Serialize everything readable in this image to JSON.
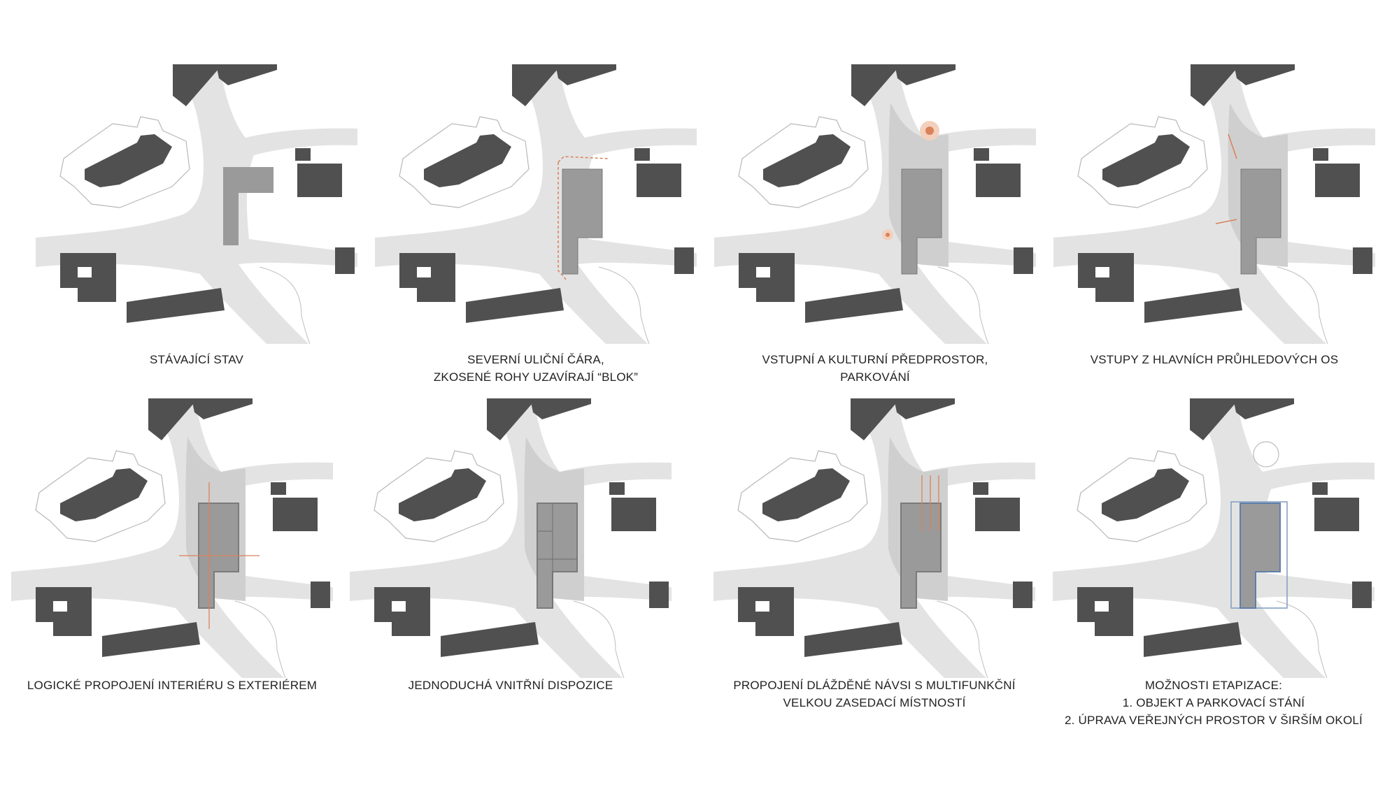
{
  "colors": {
    "road": "#e3e3e3",
    "plaza": "#cfcfcf",
    "building_dark": "#505050",
    "building_proposed": "#9a9a9a",
    "accent": "#d9825a",
    "line": "#bdbdbd",
    "outline": "#b8b8b8"
  },
  "panels": [
    {
      "id": "p1",
      "caption": [
        "STÁVAJÍCÍ STAV"
      ]
    },
    {
      "id": "p2",
      "caption": [
        "SEVERNÍ ULIČNÍ ČÁRA,",
        "ZKOSENÉ ROHY UZAVÍRAJÍ “BLOK”"
      ]
    },
    {
      "id": "p3",
      "caption": [
        "VSTUPNÍ A KULTURNÍ PŘEDPROSTOR,",
        "PARKOVÁNÍ"
      ]
    },
    {
      "id": "p4",
      "caption": [
        "VSTUPY Z HLAVNÍCH PRŮHLEDOVÝCH OS"
      ]
    },
    {
      "id": "p5",
      "caption": [
        "LOGICKÉ PROPOJENÍ INTERIÉRU S EXTERIÉREM"
      ]
    },
    {
      "id": "p6",
      "caption": [
        "JEDNODUCHÁ VNITŘNÍ DISPOZICE"
      ]
    },
    {
      "id": "p7",
      "caption": [
        "PROPOJENÍ DLÁŽDĚNÉ NÁVSI S MULTIFUNKČNÍ",
        "VELKOU ZASEDACÍ MÍSTNOSTÍ"
      ]
    },
    {
      "id": "p8",
      "caption": [
        "MOŽNOSTI ETAPIZACE:",
        "1. OBJEKT A PARKOVACÍ STÁNÍ",
        "2. ÚPRAVA VEŘEJNÝCH PROSTOR V ŠIRŠÍM OKOLÍ"
      ]
    }
  ]
}
